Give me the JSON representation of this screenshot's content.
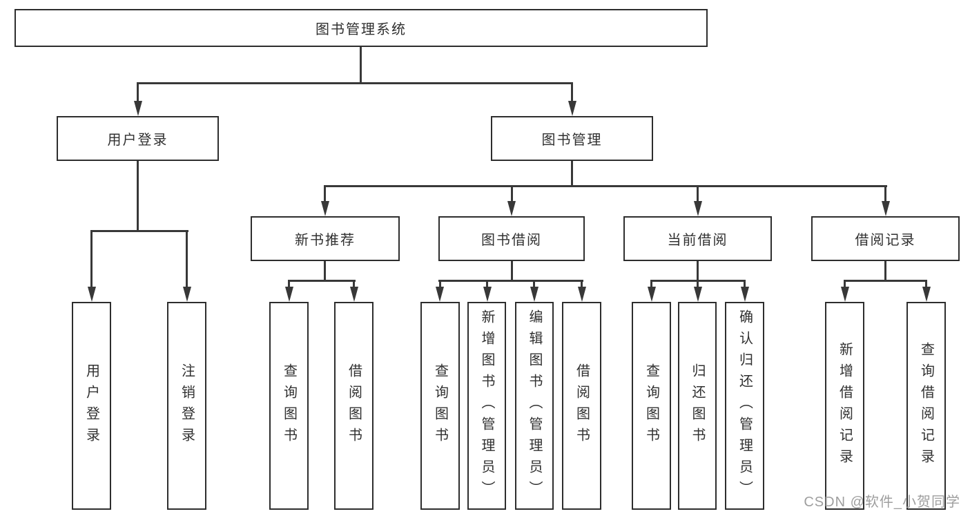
{
  "colors": {
    "line": "#383838",
    "box_border": "#2d2d2d",
    "box_background": "#ffffff",
    "text": "#303030",
    "watermark": "#9e9e9e"
  },
  "watermark": {
    "text": "CSDN @软件_小贺同学"
  },
  "tree": {
    "root": {
      "label": "图书管理系统"
    },
    "branches": [
      {
        "label": "用户登录",
        "children": [
          {
            "label": "用户登录"
          },
          {
            "label": "注销登录"
          }
        ]
      },
      {
        "label": "图书管理",
        "groups": [
          {
            "label": "新书推荐",
            "children": [
              {
                "label": "查询图书"
              },
              {
                "label": "借阅图书"
              }
            ]
          },
          {
            "label": "图书借阅",
            "children": [
              {
                "label": "查询图书"
              },
              {
                "label": "新增图书（管理员）"
              },
              {
                "label": "编辑图书（管理员）"
              },
              {
                "label": "借阅图书"
              }
            ]
          },
          {
            "label": "当前借阅",
            "children": [
              {
                "label": "查询图书"
              },
              {
                "label": "归还图书"
              },
              {
                "label": "确认归还（管理员）"
              }
            ]
          },
          {
            "label": "借阅记录",
            "children": [
              {
                "label": "新增借阅记录"
              },
              {
                "label": "查询借阅记录"
              }
            ]
          }
        ]
      }
    ]
  }
}
